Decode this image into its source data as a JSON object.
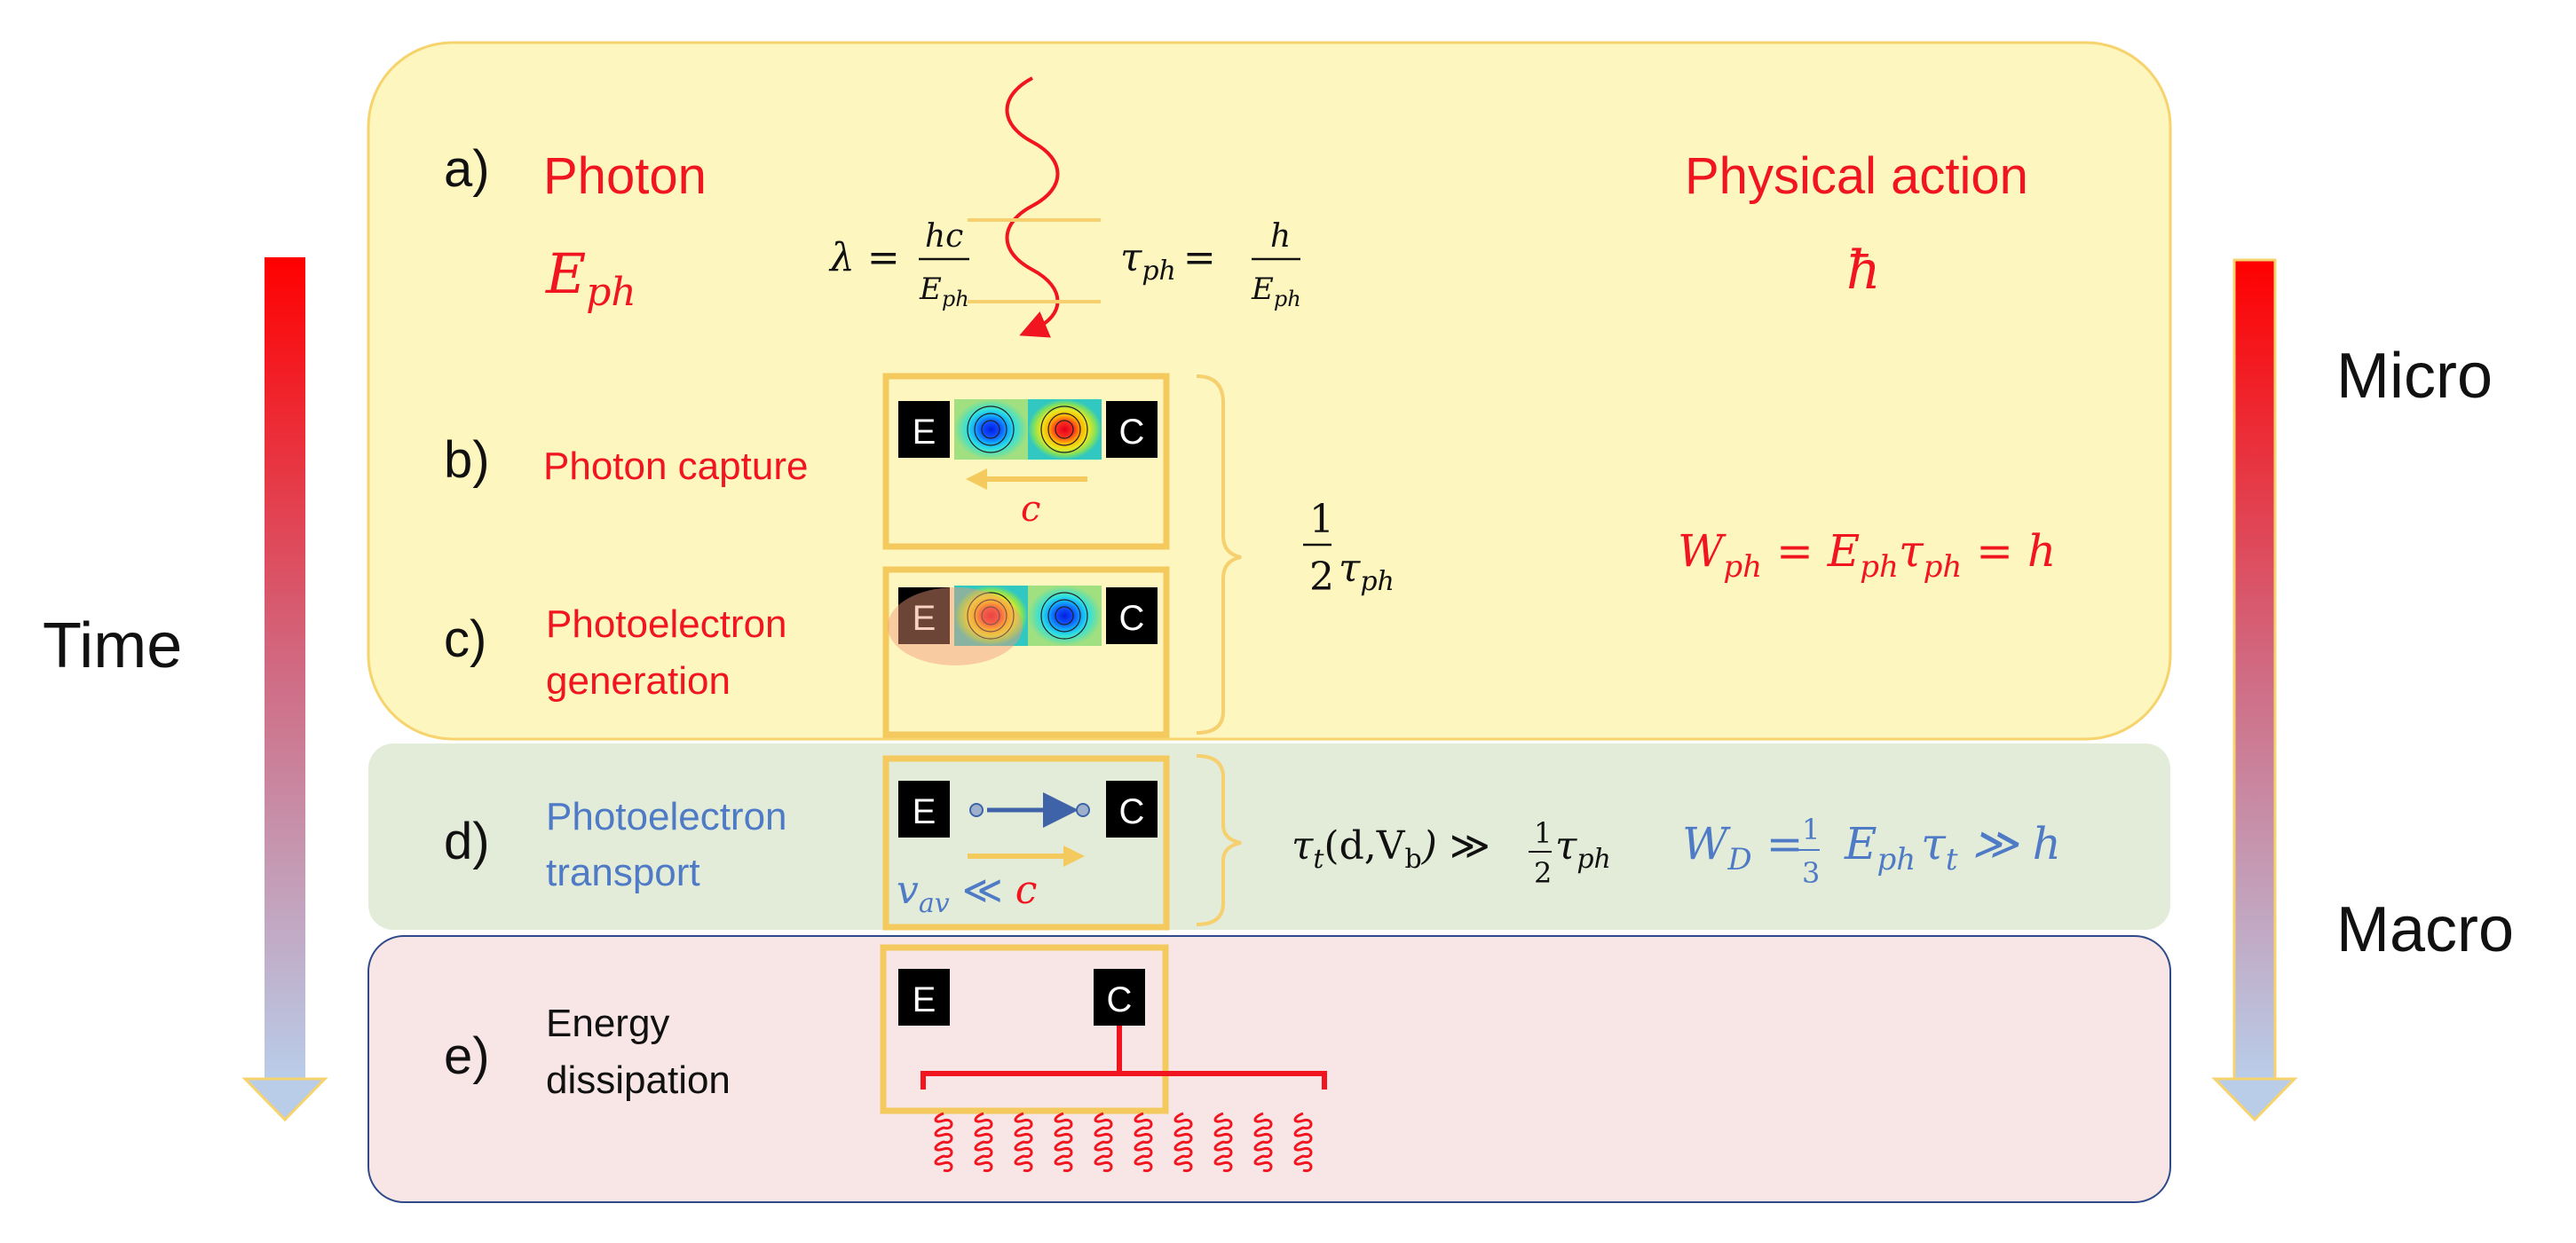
{
  "side": {
    "time_label": "Time",
    "micro_label": "Micro",
    "macro_label": "Macro"
  },
  "rows": {
    "a": {
      "letter": "a)",
      "title": "Photon",
      "symbol": "E",
      "symbol_sub": "ph",
      "right_title": "Physical action",
      "right_symbol": "ħ",
      "lambda_lhs": "λ =",
      "lambda_num": "hc",
      "lambda_den": "E",
      "lambda_den_sub": "ph",
      "tau_lhs": "τ",
      "tau_lhs_sub": "ph",
      "tau_eq": "=",
      "tau_num": "h",
      "tau_den": "E",
      "tau_den_sub": "ph"
    },
    "b": {
      "letter": "b)",
      "title": "Photon capture",
      "arrow_label": "c"
    },
    "c": {
      "letter": "c)",
      "title_line1": "Photoelectron",
      "title_line2": "generation"
    },
    "d": {
      "letter": "d)",
      "title_line1": "Photoelectron",
      "title_line2": "transport",
      "speed_label": "v",
      "speed_sub": "av",
      "speed_rel": " ≪ ",
      "speed_c": "c"
    },
    "e": {
      "letter": "e)",
      "title_line1": "Energy",
      "title_line2": "dissipation"
    }
  },
  "electrodes": {
    "emitter": "E",
    "collector": "C"
  },
  "equations": {
    "half_num": "1",
    "half_den": "2",
    "half_tau": "τ",
    "half_tau_sub": "ph",
    "wph_lhs": "W",
    "wph_lhs_sub": "ph",
    "wph_eq": " = ",
    "wph_e": "E",
    "wph_e_sub": "ph",
    "wph_tau": "τ",
    "wph_tau_sub": "ph",
    "wph_tail": " = h",
    "tt_main": "τ",
    "tt_sub": "t",
    "tt_args": "(d,V",
    "tt_args_sub": "b",
    "tt_close": ")",
    "tt_rel": " ≫ ",
    "tt_num": "1",
    "tt_den": "2",
    "tt_tau": "τ",
    "tt_tau_sub": "ph",
    "wd_lhs": "W",
    "wd_lhs_sub": "D",
    "wd_eq": " =",
    "wd_num": "1",
    "wd_den": "3",
    "wd_e": "E",
    "wd_e_sub": "ph",
    "wd_tau": "τ",
    "wd_tau_sub": "t",
    "wd_tail": " ≫ h"
  },
  "colors": {
    "red": "#f0151e",
    "blue": "#4f7bc6",
    "panel_yellow": "#fdf6bf",
    "panel_yellow_border": "#f6d36c",
    "panel_green": "#e3ecd9",
    "panel_pink": "#f8e6e6",
    "panel_pink_border": "#2f4a8a",
    "bracket": "#f6cf6e",
    "device_border": "#f4c95d"
  }
}
